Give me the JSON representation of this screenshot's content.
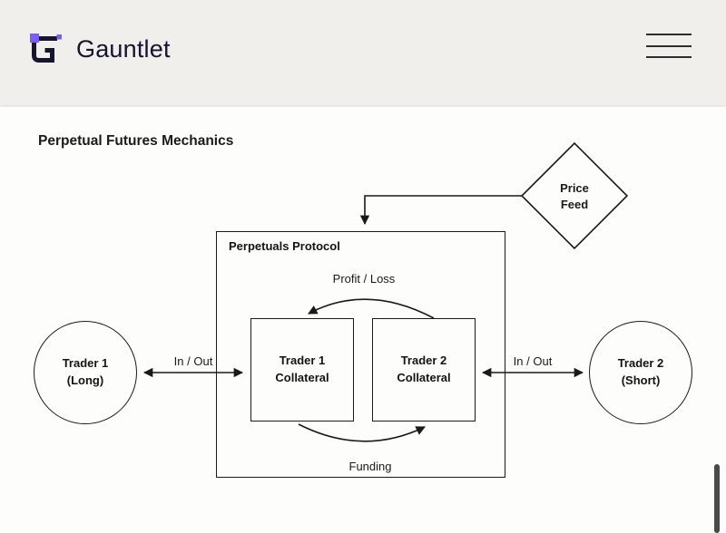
{
  "header": {
    "brand": "Gauntlet"
  },
  "diagram": {
    "title": "Perpetual Futures Mechanics",
    "price_feed": {
      "line1": "Price",
      "line2": "Feed"
    },
    "protocol": {
      "label": "Perpetuals Protocol"
    },
    "trader1_collateral": {
      "line1": "Trader 1",
      "line2": "Collateral"
    },
    "trader2_collateral": {
      "line1": "Trader 2",
      "line2": "Collateral"
    },
    "trader1": {
      "line1": "Trader 1",
      "line2": "(Long)"
    },
    "trader2": {
      "line1": "Trader 2",
      "line2": "(Short)"
    },
    "labels": {
      "profit_loss": "Profit / Loss",
      "funding": "Funding",
      "in_out_left": "In / Out",
      "in_out_right": "In / Out"
    }
  },
  "colors": {
    "page_background": "#f1efec",
    "panel_background": "#fdfdfc",
    "diagram_stroke": "#1a1a1a",
    "brand_purple": "#7a5cfa",
    "brand_dark": "#16142e"
  }
}
